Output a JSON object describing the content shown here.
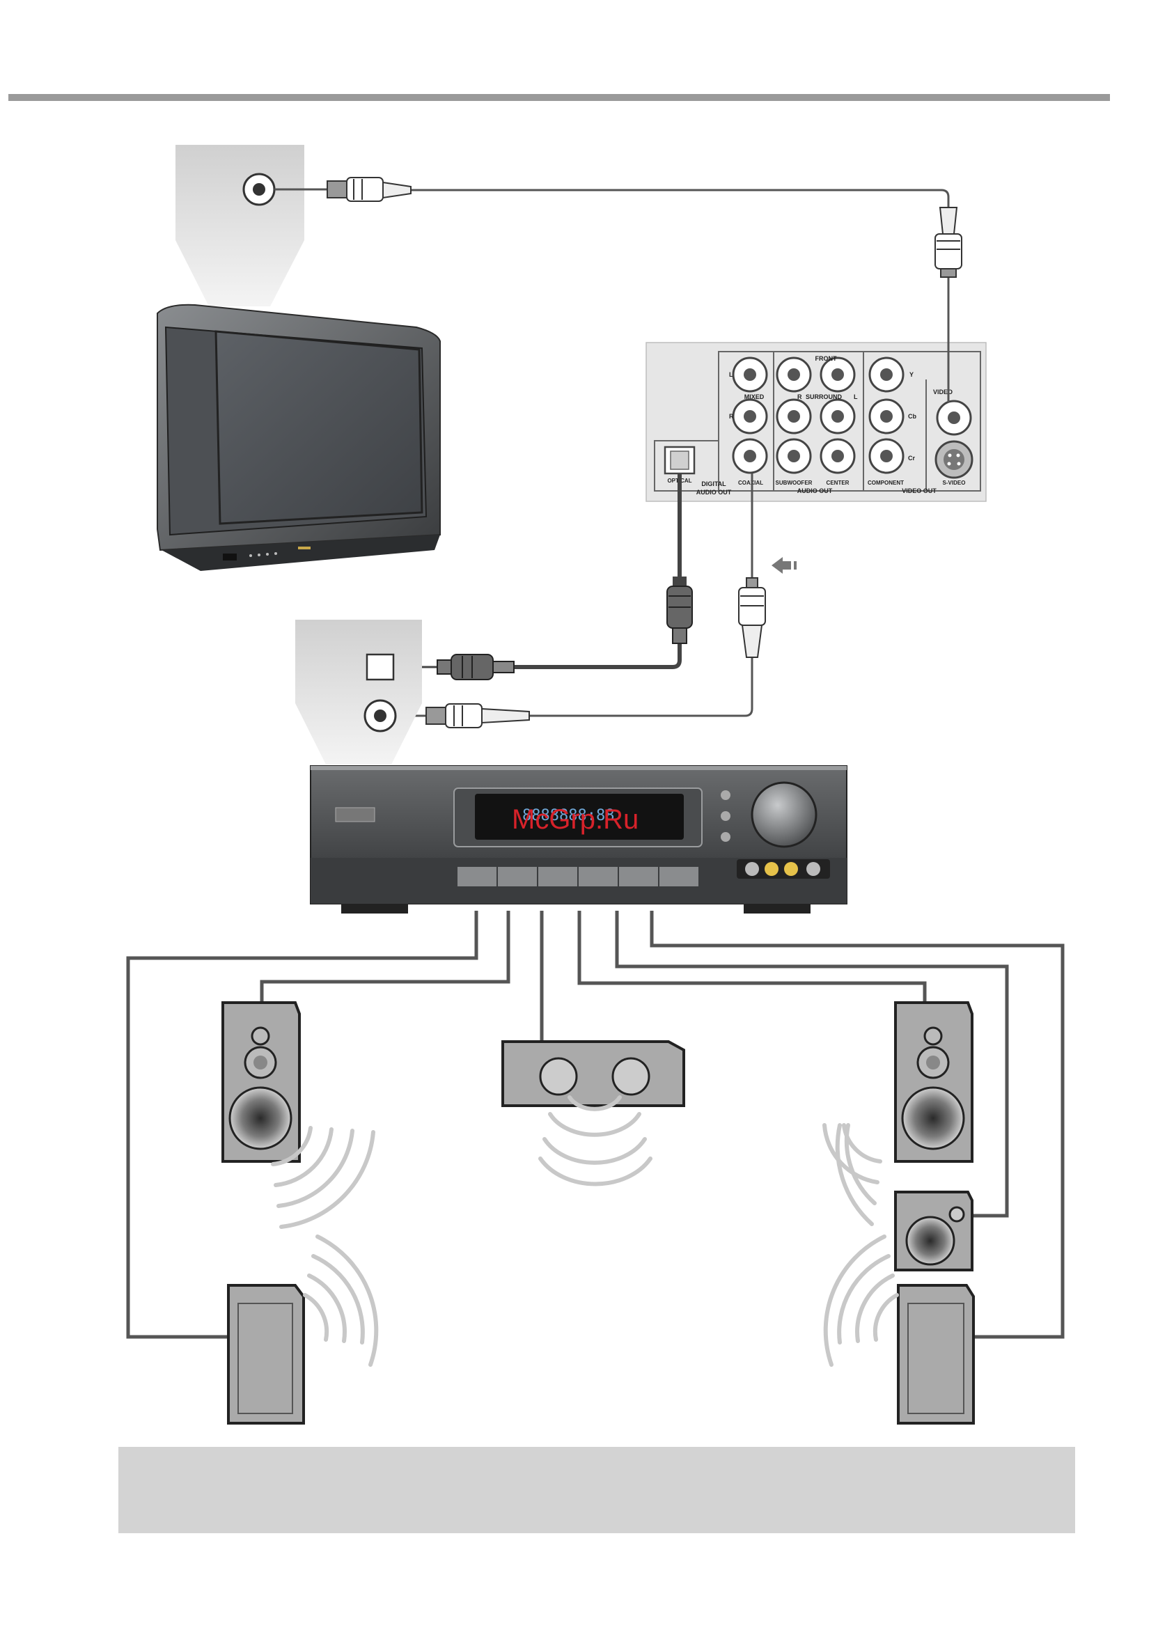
{
  "rear_panel": {
    "front": "FRONT",
    "surround": "SURROUND",
    "mixed": "MIXED",
    "ch_l": "L",
    "ch_r": "R",
    "sur_l": "L",
    "sur_r": "R",
    "y": "Y",
    "cb": "Cb",
    "cr": "Cr",
    "video": "VIDEO",
    "optical": "OPTICAL",
    "coaxial": "COAXIAL",
    "digital": "DIGITAL",
    "audio_out_digital": "AUDIO OUT",
    "subwoofer": "SUBWOOFER",
    "center": "CENTER",
    "audio_out": "AUDIO OUT",
    "component": "COMPONENT",
    "s_video": "S-VIDEO",
    "video_out": "VIDEO OUT"
  },
  "receiver": {
    "display_text": "8888888:88"
  },
  "watermark": "McGrp.Ru",
  "colors": {
    "rule": "#9a9a9a",
    "banner": "#d3d3d3",
    "cable": "#555555",
    "panel": "#e6e6e6",
    "receiver_body": "#4a4c4e",
    "watermark": "#d7222a"
  }
}
